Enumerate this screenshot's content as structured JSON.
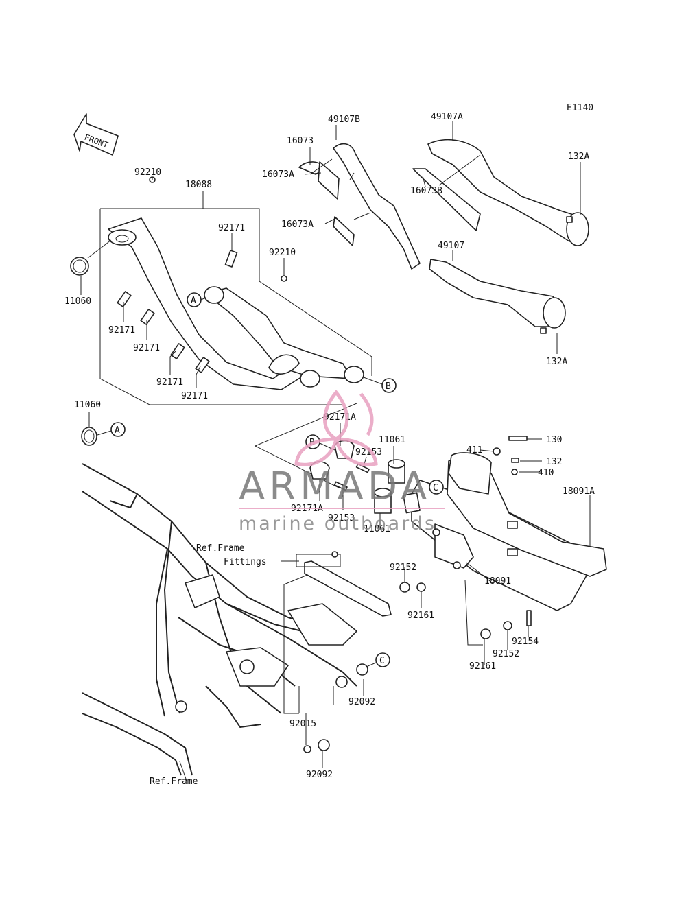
{
  "diagram_code": "E1140",
  "front_label": "FRONT",
  "watermark": {
    "brand": "ARMADA",
    "tagline": "marine outboards",
    "colors": {
      "logo": "#e8a0c0",
      "text": "#777777"
    }
  },
  "callouts": {
    "a": "A",
    "b": "B",
    "c": "C"
  },
  "labels": {
    "p92210_top": "92210",
    "p18088": "18088",
    "p92171_mid": "92171",
    "p92210_mid": "92210",
    "p11060_top": "11060",
    "p92171_a": "92171",
    "p92171_b": "92171",
    "p92171_c": "92171",
    "p92171_d": "92171",
    "p11060_low": "11060",
    "p16073": "16073",
    "p49107B": "49107B",
    "p16073A_1": "16073A",
    "p16073A_2": "16073A",
    "p49107A": "49107A",
    "p132A_top": "132A",
    "p16073B": "16073B",
    "p49107": "49107",
    "p132A_low": "132A",
    "p92171A_top": "92171A",
    "p11061_top": "11061",
    "p92153_top": "92153",
    "p92171A_low": "92171A",
    "p92153_low": "92153",
    "p11061_low": "11061",
    "p411": "411",
    "p130": "130",
    "p132": "132",
    "p410": "410",
    "p18091A": "18091A",
    "p18091": "18091",
    "p92152_a": "92152",
    "p92161_a": "92161",
    "p92154": "92154",
    "p92152_b": "92152",
    "p92161_b": "92161",
    "p92092_a": "92092",
    "p92015": "92015",
    "p92092_b": "92092",
    "ref_frame_fittings_1": "Ref.Frame",
    "ref_frame_fittings_2": "Fittings",
    "ref_frame": "Ref.Frame"
  }
}
